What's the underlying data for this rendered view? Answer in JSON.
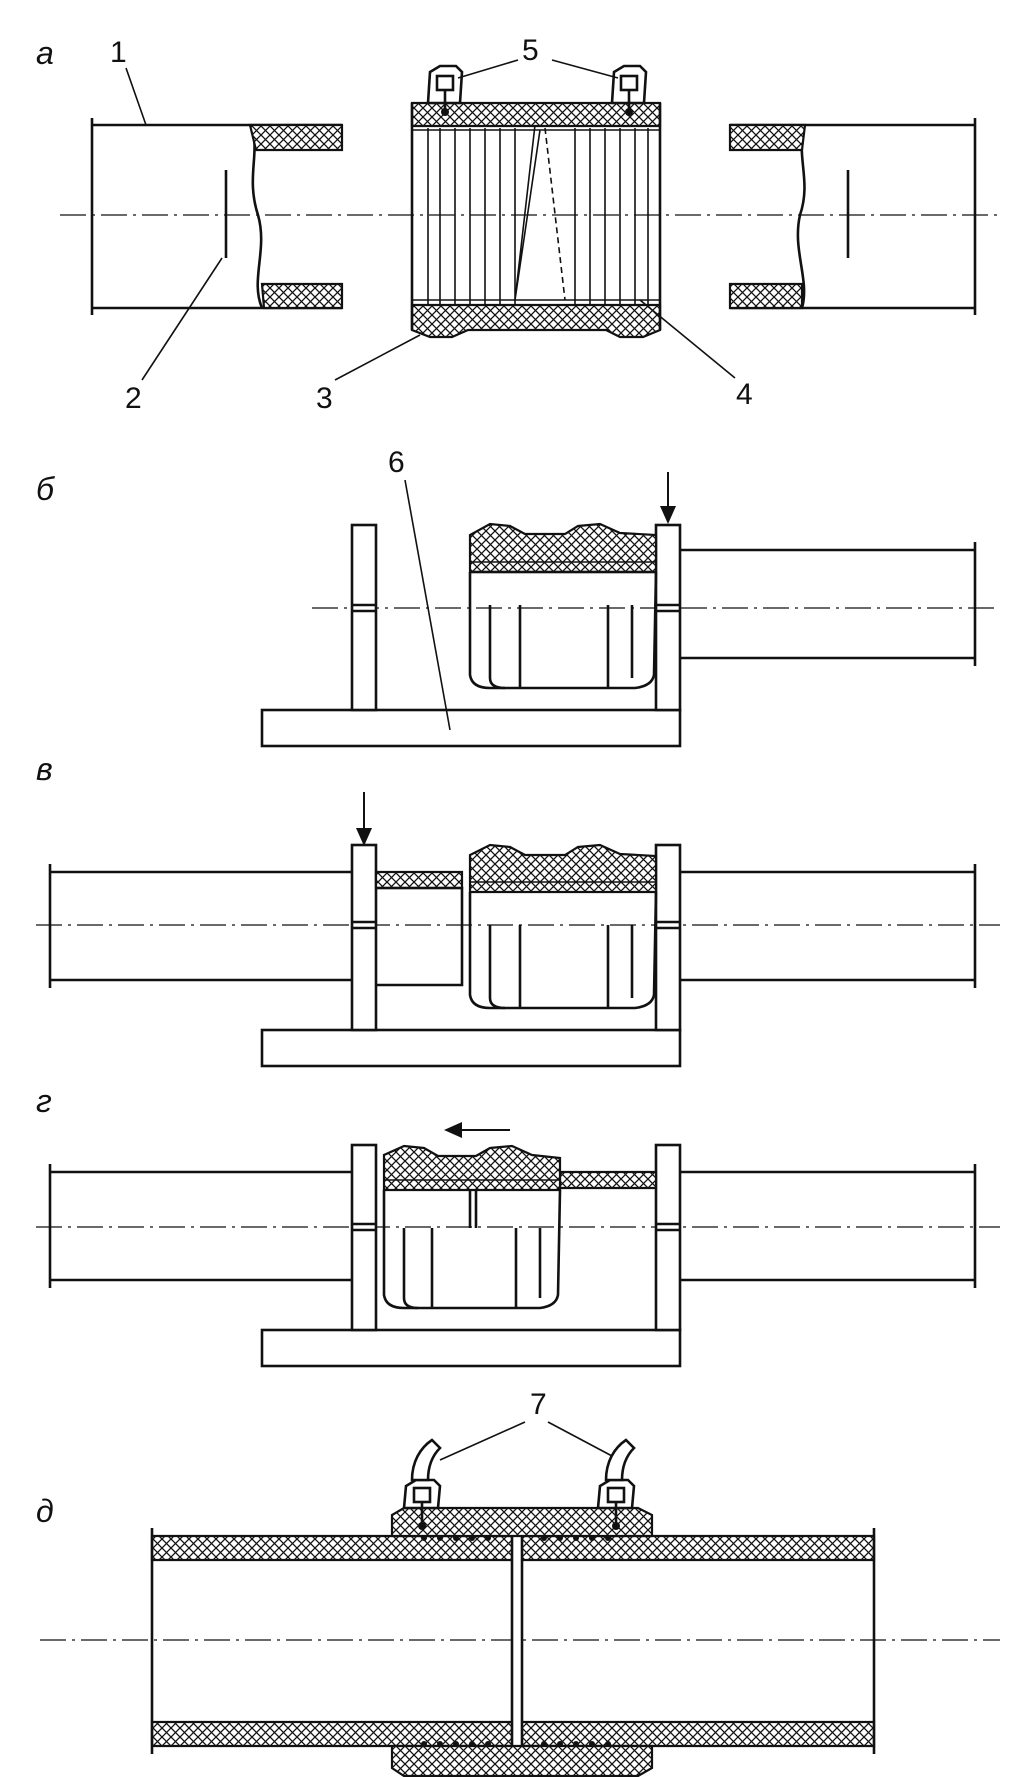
{
  "figure": {
    "sections": {
      "a": "а",
      "b": "б",
      "v": "в",
      "g": "г",
      "d": "д"
    },
    "callouts": {
      "n1": "1",
      "n2": "2",
      "n3": "3",
      "n4": "4",
      "n5": "5",
      "n6": "6",
      "n7": "7"
    },
    "colors": {
      "ink": "#111111",
      "paper": "#ffffff"
    }
  }
}
